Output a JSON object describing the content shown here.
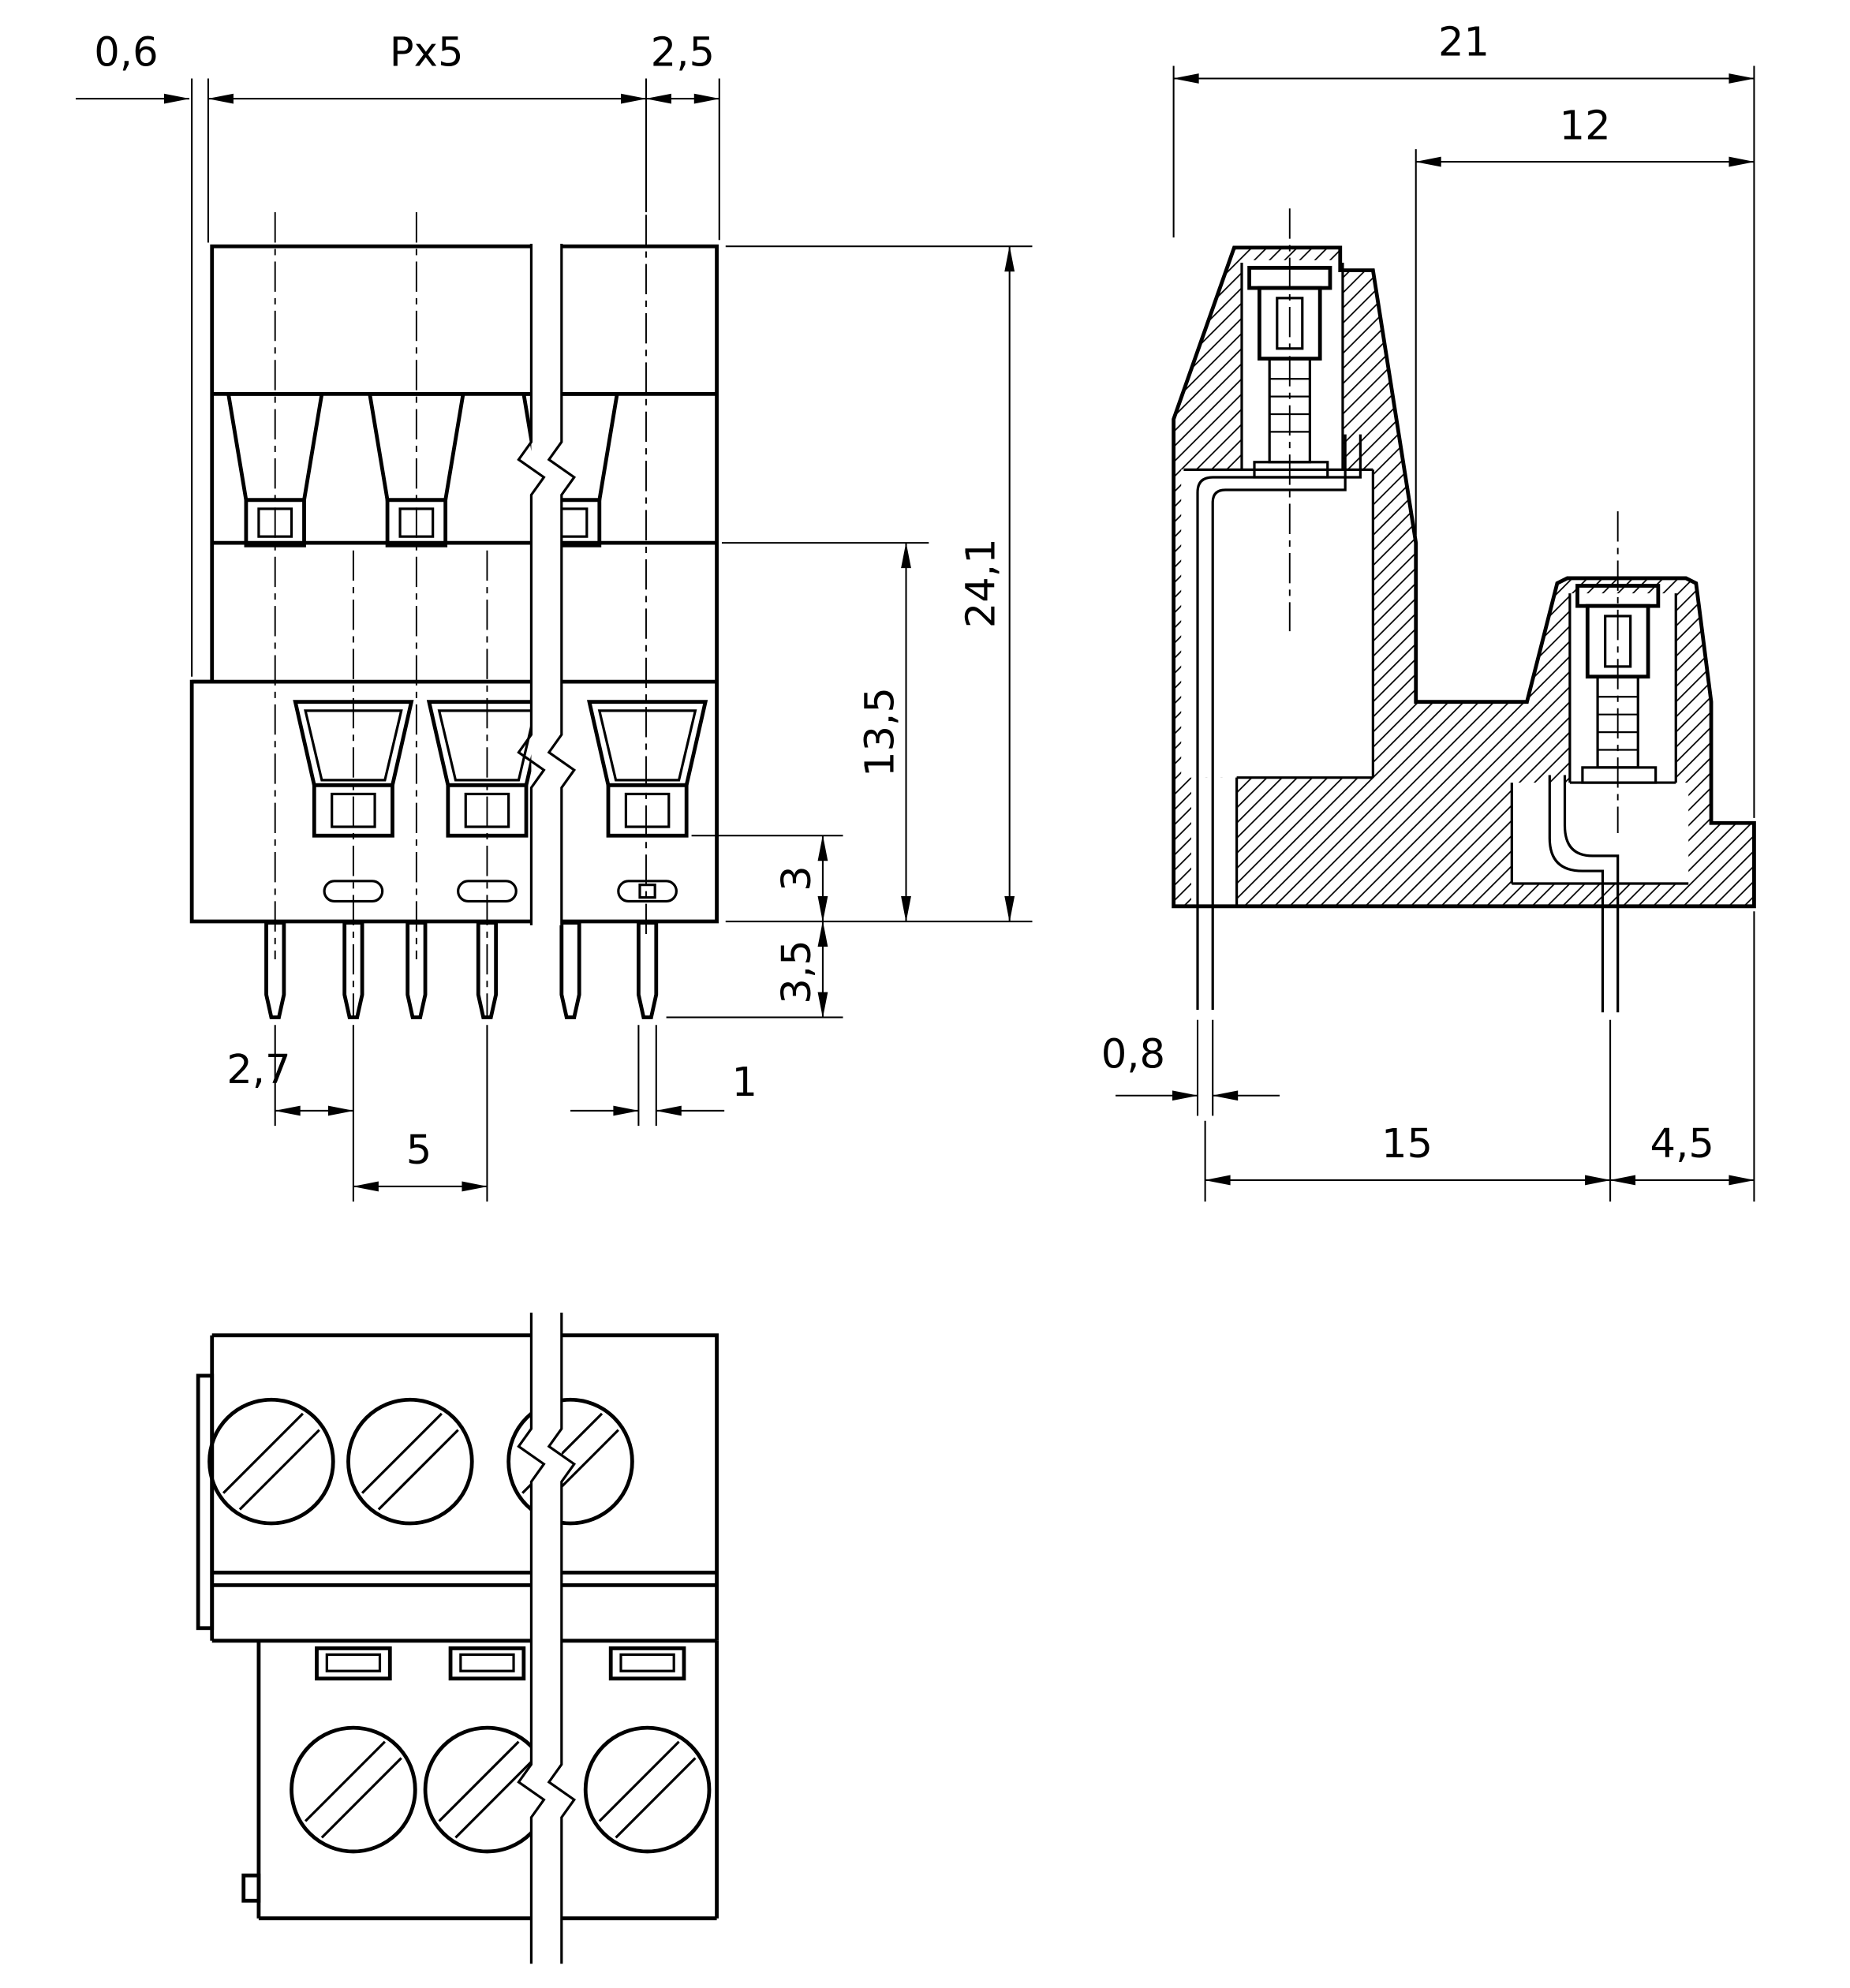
{
  "dims": {
    "front": {
      "wall": "0,6",
      "pitch_total": "Px5",
      "edge_offset": "2,5",
      "height_total": "24,1",
      "height_lower": "13,5",
      "pin_offset_v": "3",
      "pin_length": "3,5",
      "row_offset": "2,7",
      "pin_width": "1",
      "pitch": "5"
    },
    "side": {
      "depth_total": "21",
      "depth_upper": "12",
      "pin_thickness": "0,8",
      "pin_spacing": "15",
      "flange": "4,5"
    }
  }
}
